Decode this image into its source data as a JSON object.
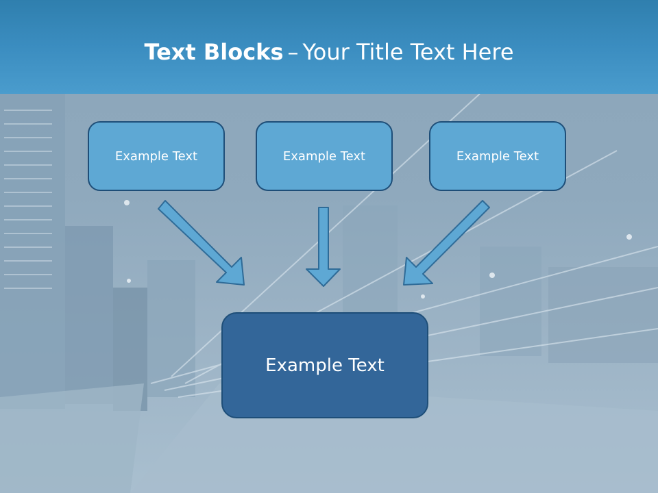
{
  "slide": {
    "title_bold": "Text Blocks",
    "title_dash": "–",
    "title_rest": "Your Title Text Here",
    "top_boxes": [
      "Example Text",
      "Example Text",
      "Example Text"
    ],
    "bottom_box": "Example Text"
  },
  "colors": {
    "header": "#3b8dc0",
    "box_light": "#5ea8d4",
    "box_dark": "#336699",
    "arrow_fill": "#5ea8d4",
    "border": "#1e4e78"
  },
  "icons": [
    "arrow-down-right-icon",
    "arrow-down-icon",
    "arrow-down-left-icon"
  ]
}
